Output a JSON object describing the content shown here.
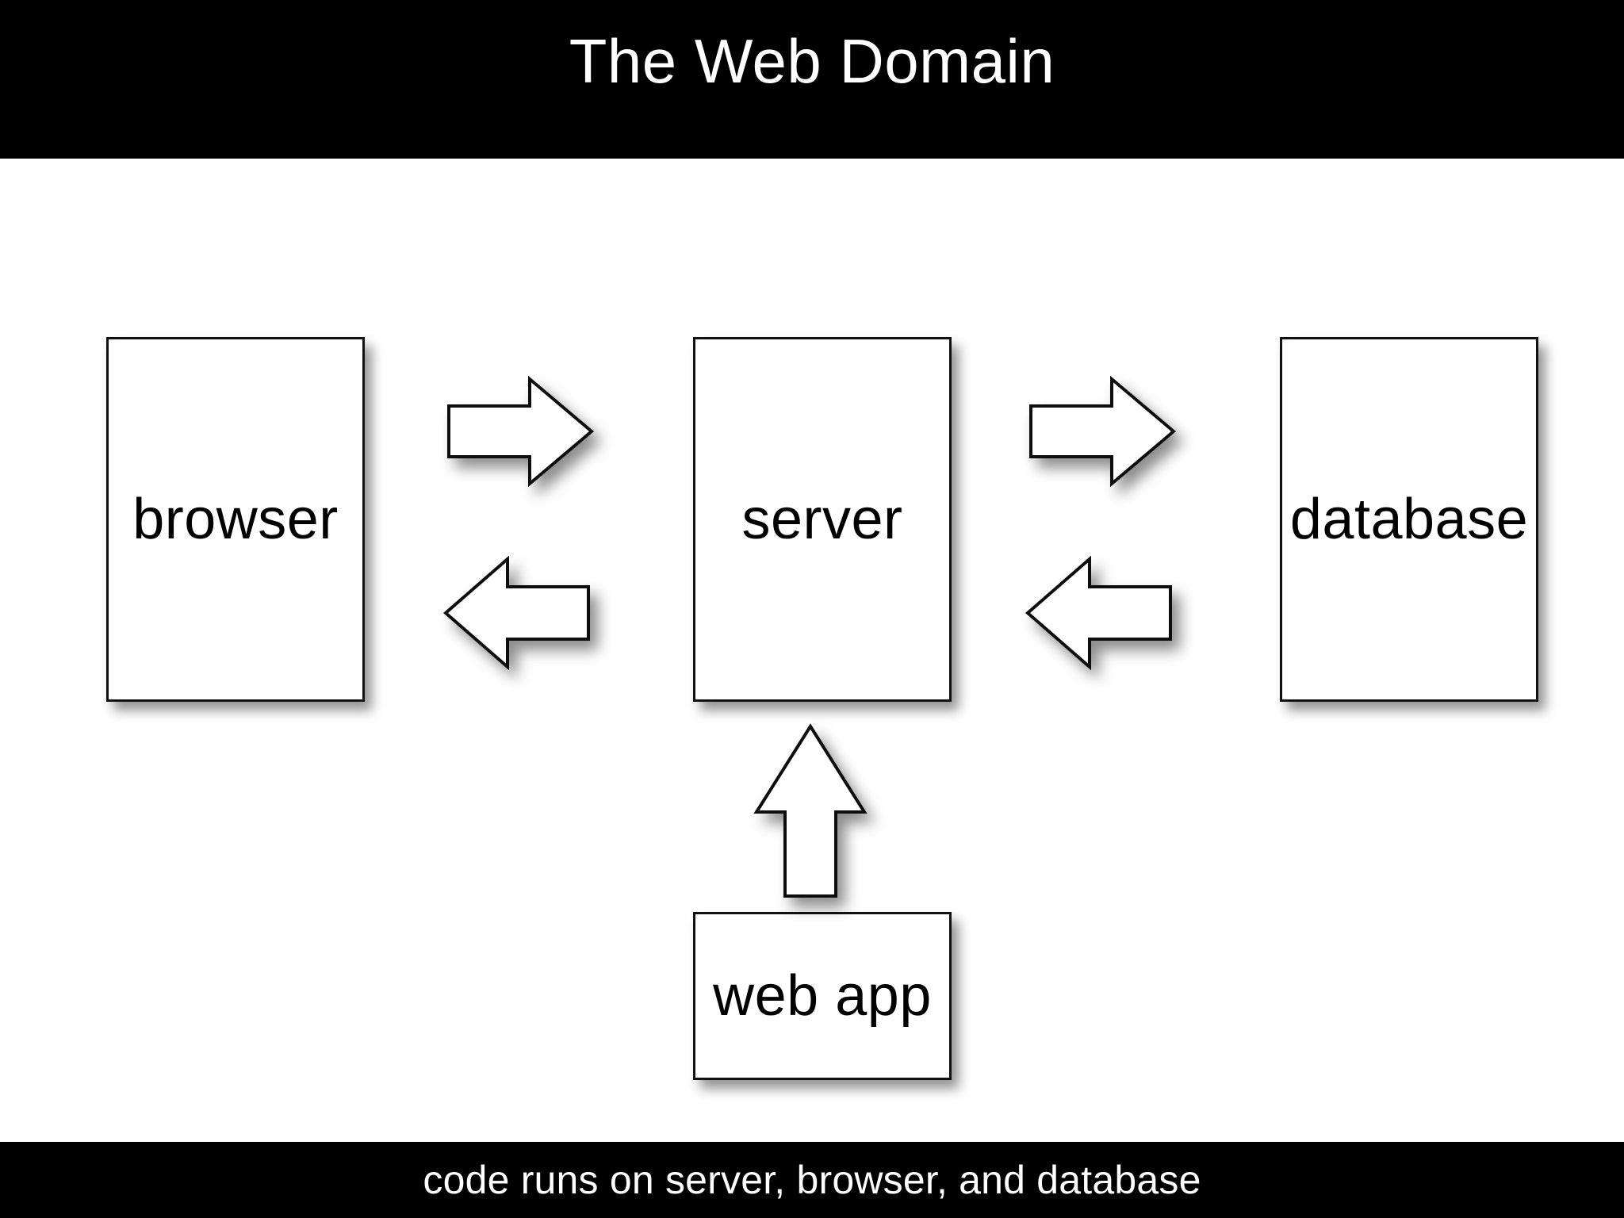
{
  "slide": {
    "title": "The Web Domain",
    "caption": "code runs on server, browser, and database",
    "colors": {
      "bar_background": "#000000",
      "bar_text": "#ffffff",
      "canvas_background": "#ffffff",
      "node_fill": "#ffffff",
      "node_stroke": "#111111",
      "node_text": "#000000",
      "arrow_fill": "#ffffff",
      "arrow_stroke": "#0e0e0e"
    }
  },
  "diagram": {
    "type": "block-diagram",
    "nodes": [
      {
        "id": "browser",
        "label": "browser"
      },
      {
        "id": "server",
        "label": "server"
      },
      {
        "id": "database",
        "label": "database"
      },
      {
        "id": "webapp",
        "label": "web app"
      }
    ],
    "arrows": [
      {
        "id": "browser-to-server",
        "from": "browser",
        "to": "server",
        "direction": "right",
        "icon": "arrow-right-icon"
      },
      {
        "id": "server-to-browser",
        "from": "server",
        "to": "browser",
        "direction": "left",
        "icon": "arrow-left-icon"
      },
      {
        "id": "server-to-db",
        "from": "server",
        "to": "database",
        "direction": "right",
        "icon": "arrow-right-icon"
      },
      {
        "id": "db-to-server",
        "from": "database",
        "to": "server",
        "direction": "left",
        "icon": "arrow-left-icon"
      },
      {
        "id": "webapp-to-server",
        "from": "webapp",
        "to": "server",
        "direction": "up",
        "icon": "arrow-up-icon"
      }
    ]
  }
}
